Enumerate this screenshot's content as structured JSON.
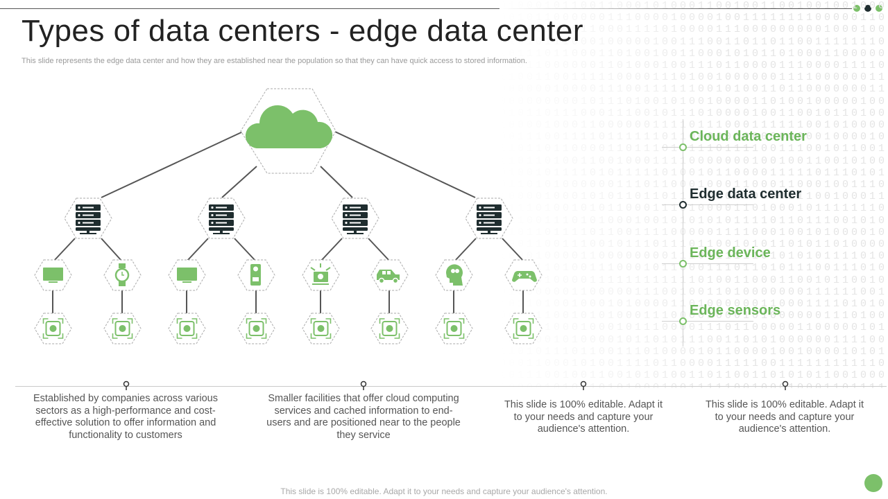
{
  "slide": {
    "title": "Types of data centers - edge data center",
    "subtitle": "This slide represents the edge data center and how they are established near the population so that they can have quick access to stored information.",
    "footer": "This slide is 100% editable. Adapt it to your needs and capture your audience's attention."
  },
  "colors": {
    "accent": "#7cc06a",
    "dark": "#1f2d2f",
    "dot_light": "#7cc06a",
    "dot_dark": "#1f2d2f"
  },
  "legend": {
    "items": [
      {
        "label": "Cloud data center"
      },
      {
        "label": "Edge data center"
      },
      {
        "label": "Edge device"
      },
      {
        "label": "Edge sensors"
      }
    ]
  },
  "diagram": {
    "top_icon": "cloud-icon",
    "server_icon": "server-rack-icon",
    "sensor_icon": "sensor-chip-icon",
    "devices": [
      "monitor-icon",
      "smartwatch-icon",
      "monitor-icon",
      "phone-icon",
      "satellite-dish-icon",
      "car-icon",
      "head-gear-icon",
      "gamepad-icon"
    ]
  },
  "descriptions": [
    "Established by companies across various sectors as a high-performance and cost-effective solution to offer information and functionality to customers",
    "Smaller facilities that offer cloud computing services and cached information to end-users and are positioned near to the people they service",
    "This slide is 100% editable. Adapt it to your needs and capture your audience's attention.",
    "This slide is 100% editable. Adapt it to your needs and capture your audience's attention."
  ]
}
